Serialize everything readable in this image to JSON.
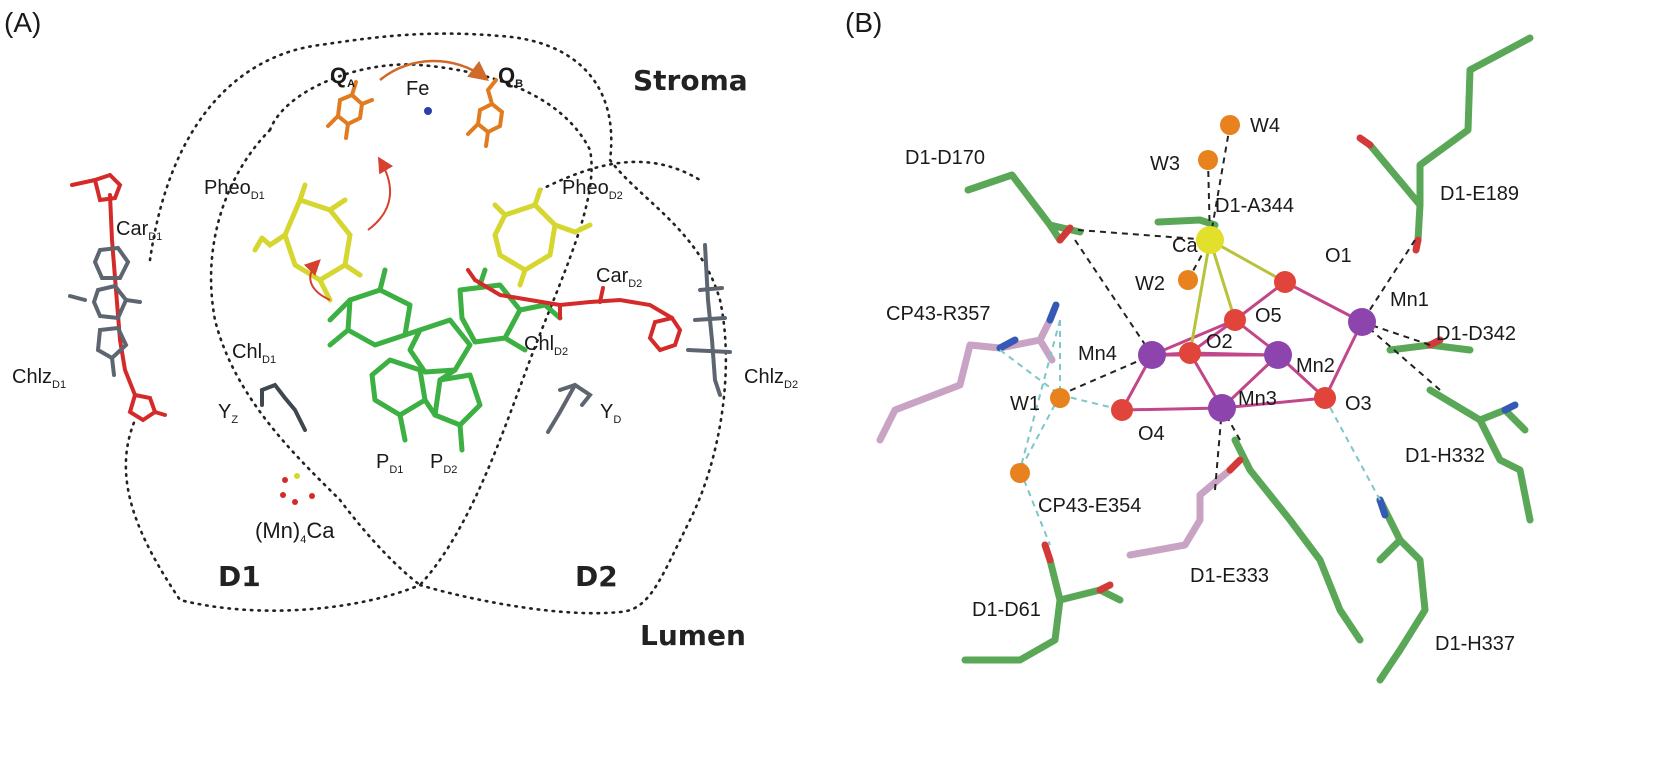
{
  "panel_a": {
    "tag": "(A)",
    "stroma": "Stroma",
    "lumen": "Lumen",
    "d1": "D1",
    "d2": "D2",
    "qa": "Q",
    "qa_sub": "A",
    "qb": "Q",
    "qb_sub": "B",
    "fe": "Fe",
    "pheo_d1": "Pheo",
    "pheo_d1_sub": "D1",
    "pheo_d2": "Pheo",
    "pheo_d2_sub": "D2",
    "car_d1": "Car",
    "car_d1_sub": "D1",
    "car_d2": "Car",
    "car_d2_sub": "D2",
    "chl_d1": "Chl",
    "chl_d1_sub": "D1",
    "chl_d2": "Chl",
    "chl_d2_sub": "D2",
    "chlz_d1": "Chlz",
    "chlz_d1_sub": "D1",
    "chlz_d2": "Chlz",
    "chlz_d2_sub": "D2",
    "yz": "Y",
    "yz_sub": "Z",
    "yd": "Y",
    "yd_sub": "D",
    "pd1": "P",
    "pd1_sub": "D1",
    "pd2": "P",
    "pd2_sub": "D2",
    "mn_open": "(Mn)",
    "mn_sub": "4",
    "mn_ca": "Ca"
  },
  "panel_b": {
    "tag": "(B)",
    "labels": {
      "w4": "W4",
      "w3": "W3",
      "d1_d170": "D1-D170",
      "d1_a344": "D1-A344",
      "d1_e189": "D1-E189",
      "ca": "Ca",
      "o1": "O1",
      "w2": "W2",
      "o5": "O5",
      "mn1": "Mn1",
      "cp43_r357": "CP43-R357",
      "d1_d342": "D1-D342",
      "mn4": "Mn4",
      "o2": "O2",
      "mn2": "Mn2",
      "w1": "W1",
      "mn3": "Mn3",
      "o3": "O3",
      "o4": "O4",
      "d1_h332": "D1-H332",
      "cp43_e354": "CP43-E354",
      "d1_e333": "D1-E333",
      "d1_d61": "D1-D61",
      "d1_h337": "D1-H337"
    }
  },
  "colors": {
    "chlorophyll": "#3cb043",
    "pheophytin": "#d6d630",
    "carotenoid": "#d42a2a",
    "quinone": "#e07b1f",
    "grey_pigment": "#5d6670",
    "manganese": "#8e44ad",
    "oxygen": "#e0443a",
    "water": "#e8821e",
    "calcium": "#e2e02a",
    "residue_green": "#5aa857",
    "residue_pink": "#c9a3c4",
    "hbond": "#7fc6c6"
  }
}
